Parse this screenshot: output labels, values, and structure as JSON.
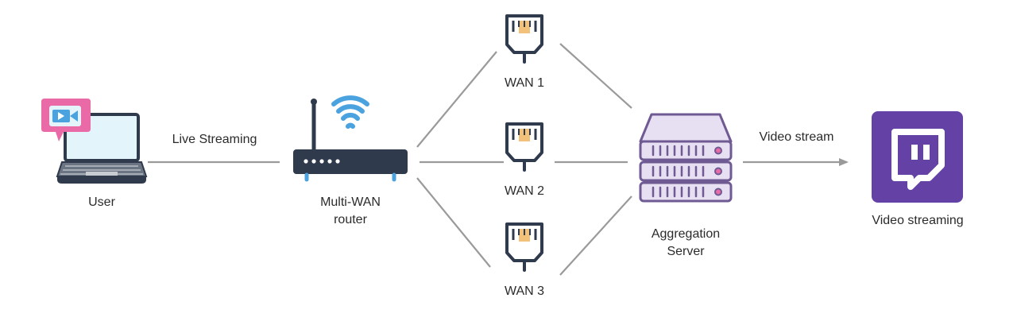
{
  "nodes": {
    "user": {
      "label": "User"
    },
    "router": {
      "label_line1": "Multi-WAN",
      "label_line2": "router"
    },
    "wan1": {
      "label": "WAN 1"
    },
    "wan2": {
      "label": "WAN 2"
    },
    "wan3": {
      "label": "WAN 3"
    },
    "server": {
      "label_line1": "Aggregation",
      "label_line2": "Server"
    },
    "streaming": {
      "label": "Video streaming"
    }
  },
  "edges": {
    "user_router": {
      "label": "Live Streaming"
    },
    "server_streaming": {
      "label": "Video stream"
    }
  },
  "icons": {
    "user": "laptop-with-video-icon",
    "router": "wifi-router-icon",
    "wan": "ethernet-plug-icon",
    "server": "server-rack-icon",
    "streaming": "twitch-logo-icon"
  },
  "colors": {
    "line": "#9a9a9a",
    "dark": "#2f3a4c",
    "plug_accent": "#f2c17a",
    "server_fill": "#e7e0f2",
    "server_stroke": "#6f5a93",
    "twitch": "#6441a5",
    "video_bubble": "#e96aa6",
    "screen": "#e3f4fb"
  }
}
